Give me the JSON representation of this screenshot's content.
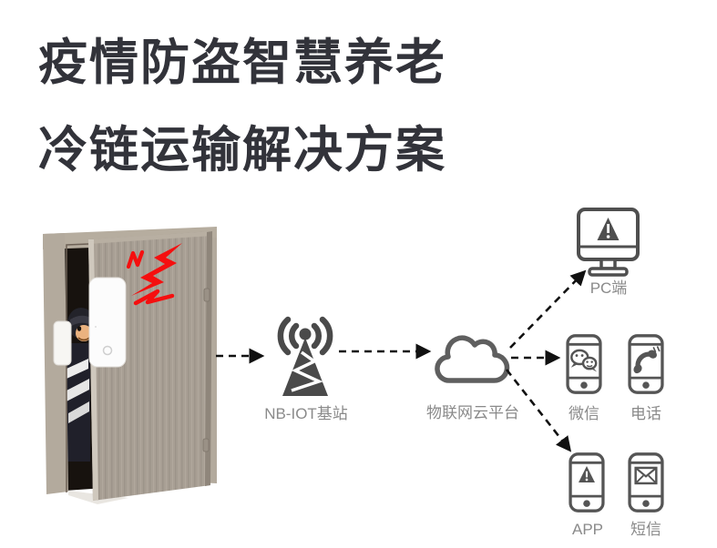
{
  "title": {
    "line1": "疫情防盗智慧养老",
    "line2": "冷链运输解决方案"
  },
  "diagram": {
    "source": {
      "name": "door-with-sensor-alarm-and-burglar"
    },
    "base_station": {
      "label": "NB-IOT基站"
    },
    "cloud": {
      "label": "物联网云平台"
    },
    "endpoints": {
      "pc": {
        "label": "PC端"
      },
      "wechat": {
        "label": "微信"
      },
      "phone": {
        "label": "电话"
      },
      "app": {
        "label": "APP"
      },
      "sms": {
        "label": "短信"
      }
    },
    "icons": [
      "door-sensor-icon",
      "lightning-alarm-icon",
      "antenna-tower-icon",
      "cloud-icon",
      "monitor-alert-icon",
      "wechat-phone-icon",
      "call-phone-icon",
      "app-alert-phone-icon",
      "sms-phone-icon"
    ],
    "colors": {
      "title_text": "#32333a",
      "label_text": "#8a8a8a",
      "icon_stroke": "#4f4f4f",
      "alarm_red": "#f50f0f",
      "arrow": "#111111",
      "door_frame": "#b5ac9f",
      "door_leaf": "#a89f94",
      "sensor_white": "#fbfbfb"
    }
  }
}
